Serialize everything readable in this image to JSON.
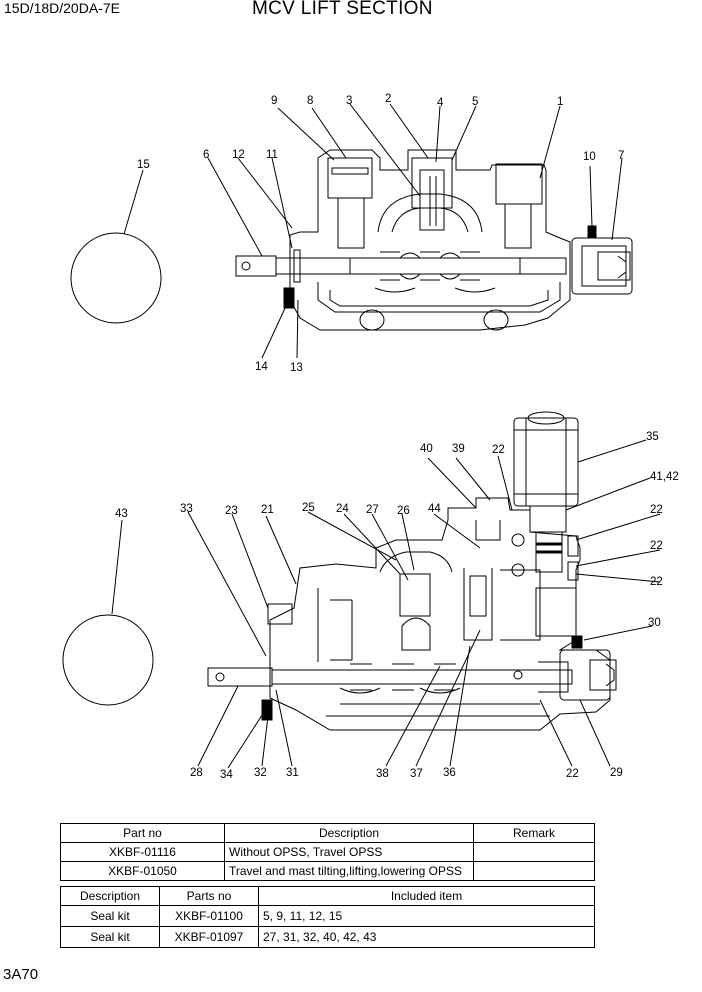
{
  "header": {
    "model": "15D/18D/20DA-7E",
    "title": "MCV LIFT SECTION"
  },
  "page_code": "3A70",
  "callouts_top": [
    "9",
    "8",
    "3",
    "2",
    "4",
    "5",
    "1",
    "6",
    "12",
    "11",
    "10",
    "7",
    "15",
    "14",
    "13"
  ],
  "callouts_bottom": [
    "35",
    "40",
    "39",
    "22",
    "41,42",
    "43",
    "33",
    "23",
    "21",
    "25",
    "24",
    "27",
    "26",
    "44",
    "22",
    "22",
    "22",
    "30",
    "28",
    "34",
    "32",
    "31",
    "38",
    "37",
    "36",
    "22",
    "29"
  ],
  "part_table": {
    "headers": [
      "Part no",
      "Description",
      "Remark"
    ],
    "rows": [
      {
        "part_no": "XKBF-01116",
        "description": "Without OPSS, Travel OPSS",
        "remark": ""
      },
      {
        "part_no": "XKBF-01050",
        "description": "Travel and mast tilting,lifting,lowering OPSS",
        "remark": ""
      }
    ]
  },
  "kit_table": {
    "headers": [
      "Description",
      "Parts no",
      "Included item"
    ],
    "rows": [
      {
        "description": "Seal kit",
        "parts_no": "XKBF-01100",
        "included": "5, 9, 11, 12, 15"
      },
      {
        "description": "Seal kit",
        "parts_no": "XKBF-01097",
        "included": "27, 31, 32, 40, 42, 43"
      }
    ]
  }
}
